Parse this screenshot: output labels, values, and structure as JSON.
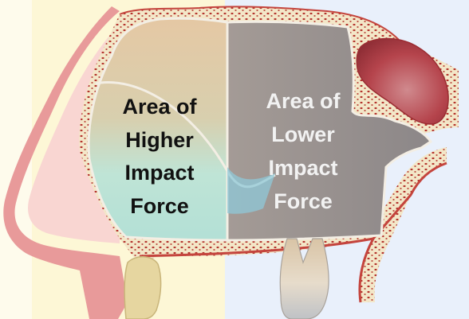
{
  "labels": {
    "higher": [
      "Area of",
      "Higher",
      "Impact",
      "Force"
    ],
    "lower": [
      "Area of",
      "Lower",
      "Impact",
      "Force"
    ]
  },
  "colors": {
    "left_panel_bg": "#fdf7d6",
    "right_panel_bg": "#e9f0fb",
    "higher_label": "#111111",
    "lower_label": "#f2f2f2",
    "bone": "#f3e7c8",
    "bone_dots": "#b3322c",
    "skin": "#e89a9a",
    "cartilage": "#f9d9d9",
    "lower_zone": "#8f8a8a",
    "higher_zone_top": "#e6c9a3",
    "higher_zone_bottom": "#b9e2d4",
    "sinus": "#b8454d"
  }
}
